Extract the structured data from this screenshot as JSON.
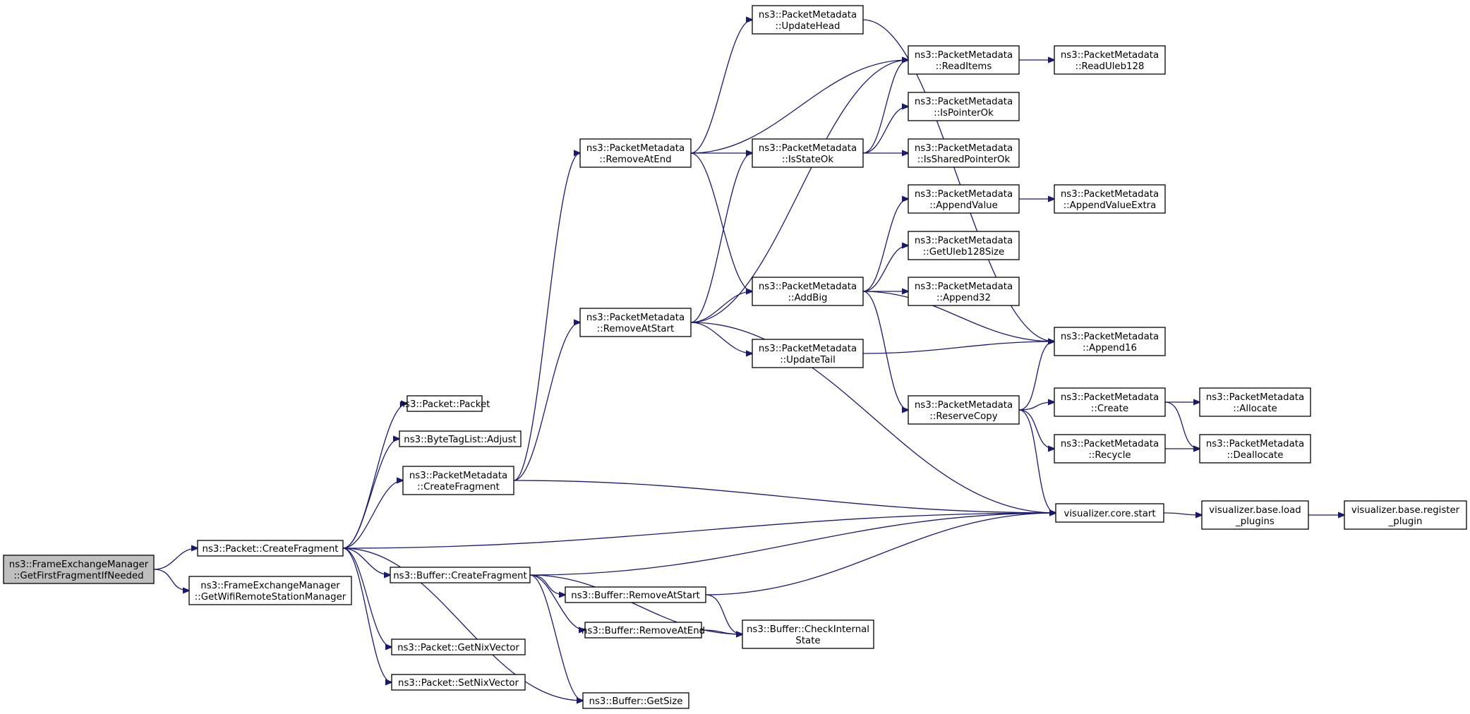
{
  "colors": {
    "edge": "#191970",
    "root_fill": "#bfbfbf",
    "node_fill": "#ffffff",
    "border": "#000000"
  },
  "nodes": [
    {
      "id": "root",
      "lines": [
        "ns3::FrameExchangeManager",
        "::GetFirstFragmentIfNeeded"
      ],
      "root": true
    },
    {
      "id": "pkt_cf",
      "lines": [
        "ns3::Packet::CreateFragment"
      ]
    },
    {
      "id": "fem_gwrsm",
      "lines": [
        "ns3::FrameExchangeManager",
        "::GetWifiRemoteStationManager"
      ]
    },
    {
      "id": "pkt_packet",
      "lines": [
        "ns3::Packet::Packet"
      ]
    },
    {
      "id": "btl_adjust",
      "lines": [
        "ns3::ByteTagList::Adjust"
      ]
    },
    {
      "id": "pm_cf",
      "lines": [
        "ns3::PacketMetadata",
        "::CreateFragment"
      ]
    },
    {
      "id": "buf_cf",
      "lines": [
        "ns3::Buffer::CreateFragment"
      ]
    },
    {
      "id": "pkt_gnv",
      "lines": [
        "ns3::Packet::GetNixVector"
      ]
    },
    {
      "id": "pkt_snv",
      "lines": [
        "ns3::Packet::SetNixVector"
      ]
    },
    {
      "id": "buf_gs",
      "lines": [
        "ns3::Buffer::GetSize"
      ]
    },
    {
      "id": "pm_rae",
      "lines": [
        "ns3::PacketMetadata",
        "::RemoveAtEnd"
      ]
    },
    {
      "id": "pm_ras",
      "lines": [
        "ns3::PacketMetadata",
        "::RemoveAtStart"
      ]
    },
    {
      "id": "buf_ras",
      "lines": [
        "ns3::Buffer::RemoveAtStart"
      ]
    },
    {
      "id": "buf_rae",
      "lines": [
        "ns3::Buffer::RemoveAtEnd"
      ]
    },
    {
      "id": "buf_cis",
      "lines": [
        "ns3::Buffer::CheckInternal",
        "State"
      ]
    },
    {
      "id": "pm_uh",
      "lines": [
        "ns3::PacketMetadata",
        "::UpdateHead"
      ]
    },
    {
      "id": "pm_iso",
      "lines": [
        "ns3::PacketMetadata",
        "::IsStateOk"
      ]
    },
    {
      "id": "pm_ab",
      "lines": [
        "ns3::PacketMetadata",
        "::AddBig"
      ]
    },
    {
      "id": "pm_ut",
      "lines": [
        "ns3::PacketMetadata",
        "::UpdateTail"
      ]
    },
    {
      "id": "pm_ri",
      "lines": [
        "ns3::PacketMetadata",
        "::ReadItems"
      ]
    },
    {
      "id": "pm_ipo",
      "lines": [
        "ns3::PacketMetadata",
        "::IsPointerOk"
      ]
    },
    {
      "id": "pm_ispo",
      "lines": [
        "ns3::PacketMetadata",
        "::IsSharedPointerOk"
      ]
    },
    {
      "id": "pm_av",
      "lines": [
        "ns3::PacketMetadata",
        "::AppendValue"
      ]
    },
    {
      "id": "pm_gu",
      "lines": [
        "ns3::PacketMetadata",
        "::GetUleb128Size"
      ]
    },
    {
      "id": "pm_a32",
      "lines": [
        "ns3::PacketMetadata",
        "::Append32"
      ]
    },
    {
      "id": "pm_rc",
      "lines": [
        "ns3::PacketMetadata",
        "::ReserveCopy"
      ]
    },
    {
      "id": "pm_ru",
      "lines": [
        "ns3::PacketMetadata",
        "::ReadUleb128"
      ]
    },
    {
      "id": "pm_ave",
      "lines": [
        "ns3::PacketMetadata",
        "::AppendValueExtra"
      ]
    },
    {
      "id": "pm_a16",
      "lines": [
        "ns3::PacketMetadata",
        "::Append16"
      ]
    },
    {
      "id": "pm_create",
      "lines": [
        "ns3::PacketMetadata",
        "::Create"
      ]
    },
    {
      "id": "pm_recycle",
      "lines": [
        "ns3::PacketMetadata",
        "::Recycle"
      ]
    },
    {
      "id": "vcs",
      "lines": [
        "visualizer.core.start"
      ]
    },
    {
      "id": "pm_alloc",
      "lines": [
        "ns3::PacketMetadata",
        "::Allocate"
      ]
    },
    {
      "id": "pm_dealloc",
      "lines": [
        "ns3::PacketMetadata",
        "::Deallocate"
      ]
    },
    {
      "id": "vblp",
      "lines": [
        "visualizer.base.load",
        "_plugins"
      ]
    },
    {
      "id": "vbrp",
      "lines": [
        "visualizer.base.register",
        "_plugin"
      ]
    }
  ],
  "edges": [
    [
      "root",
      "pkt_cf"
    ],
    [
      "root",
      "fem_gwrsm"
    ],
    [
      "pkt_cf",
      "pkt_packet"
    ],
    [
      "pkt_cf",
      "btl_adjust"
    ],
    [
      "pkt_cf",
      "pm_cf"
    ],
    [
      "pkt_cf",
      "vcs"
    ],
    [
      "pkt_cf",
      "buf_cf"
    ],
    [
      "pkt_cf",
      "pkt_gnv"
    ],
    [
      "pkt_cf",
      "pkt_snv"
    ],
    [
      "pkt_cf",
      "buf_gs"
    ],
    [
      "pm_cf",
      "pm_rae"
    ],
    [
      "pm_cf",
      "pm_ras"
    ],
    [
      "pm_cf",
      "vcs"
    ],
    [
      "buf_cf",
      "vcs"
    ],
    [
      "buf_cf",
      "buf_ras"
    ],
    [
      "buf_cf",
      "buf_rae"
    ],
    [
      "buf_cf",
      "buf_cis"
    ],
    [
      "buf_cf",
      "buf_gs"
    ],
    [
      "buf_ras",
      "buf_cis"
    ],
    [
      "buf_ras",
      "vcs"
    ],
    [
      "buf_rae",
      "buf_cis"
    ],
    [
      "pm_rae",
      "pm_uh"
    ],
    [
      "pm_rae",
      "pm_ri"
    ],
    [
      "pm_rae",
      "pm_iso"
    ],
    [
      "pm_rae",
      "pm_ab"
    ],
    [
      "pm_ras",
      "pm_ri"
    ],
    [
      "pm_ras",
      "pm_iso"
    ],
    [
      "pm_ras",
      "pm_ab"
    ],
    [
      "pm_ras",
      "pm_ut"
    ],
    [
      "pm_ras",
      "vcs"
    ],
    [
      "pm_uh",
      "pm_a16"
    ],
    [
      "pm_iso",
      "pm_ri"
    ],
    [
      "pm_iso",
      "pm_ipo"
    ],
    [
      "pm_iso",
      "pm_ispo"
    ],
    [
      "pm_ri",
      "pm_ru"
    ],
    [
      "pm_ab",
      "pm_av"
    ],
    [
      "pm_ab",
      "pm_gu"
    ],
    [
      "pm_ab",
      "pm_a32"
    ],
    [
      "pm_ab",
      "pm_a16"
    ],
    [
      "pm_ab",
      "pm_rc"
    ],
    [
      "pm_ut",
      "pm_a16"
    ],
    [
      "pm_av",
      "pm_ave"
    ],
    [
      "pm_rc",
      "pm_a16"
    ],
    [
      "pm_rc",
      "pm_create"
    ],
    [
      "pm_rc",
      "pm_recycle"
    ],
    [
      "pm_rc",
      "vcs"
    ],
    [
      "pm_create",
      "pm_alloc"
    ],
    [
      "pm_create",
      "pm_dealloc"
    ],
    [
      "pm_recycle",
      "pm_dealloc"
    ],
    [
      "vcs",
      "vblp"
    ],
    [
      "vblp",
      "vbrp"
    ]
  ]
}
